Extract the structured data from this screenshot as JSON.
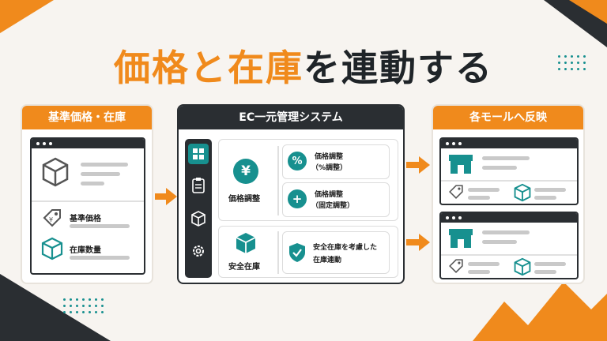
{
  "title": {
    "highlight": "価格と在庫",
    "rest": "を連動する"
  },
  "left_panel": {
    "header": "基準価格・在庫",
    "items": [
      {
        "label": "基準価格",
        "icon": "price-tag-icon"
      },
      {
        "label": "在庫数量",
        "icon": "box-icon"
      }
    ]
  },
  "center_panel": {
    "header": "EC一元管理システム",
    "sidebar_icons": [
      "grid-icon",
      "clipboard-icon",
      "package-icon",
      "gear-icon"
    ],
    "price_section": {
      "label": "価格調整",
      "icon_glyph": "¥",
      "options": [
        {
          "glyph": "%",
          "line1": "価格調整",
          "line2": "（%調整）"
        },
        {
          "glyph": "+",
          "line1": "価格調整",
          "line2": "（固定調整）"
        }
      ]
    },
    "stock_section": {
      "label": "安全在庫",
      "option": {
        "line1": "安全在庫を考慮した",
        "line2": "在庫連動"
      }
    }
  },
  "right_panel": {
    "header": "各モールへ反映"
  },
  "colors": {
    "accent": "#f08a1c",
    "teal": "#17908f",
    "dark": "#2a2e32"
  }
}
